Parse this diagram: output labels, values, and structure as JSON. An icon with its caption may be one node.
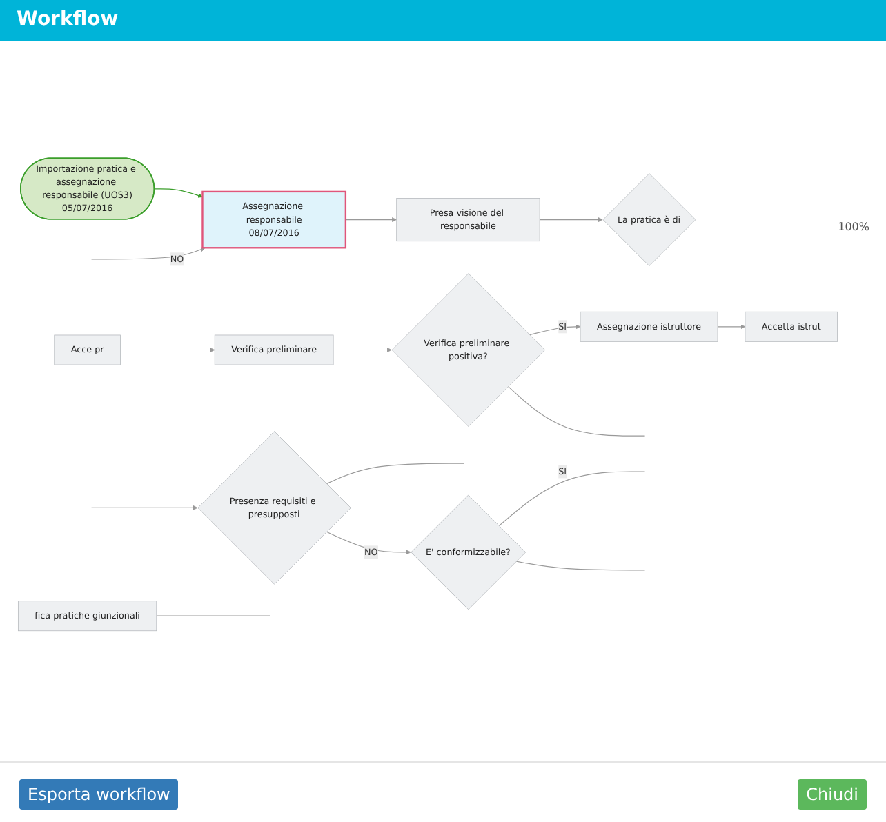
{
  "diagram": {
    "title": "Workflow",
    "nodes": [
      {
        "text": [
          "Importazione pratica e assegnazione responsabile (UOS3)",
          "05/07/2016"
        ]
      },
      {
        "text": [
          "Assegnazione responsabile",
          "08/07/2016"
        ]
      },
      {
        "text": [
          "Presa visione del responsabile"
        ]
      },
      {
        "text": [
          "La pratica è di"
        ]
      },
      {
        "text": [
          "Acce pr"
        ]
      },
      {
        "text": [
          "Verifica preliminare"
        ]
      },
      {
        "text": [
          "Verifica preliminare positiva?"
        ]
      },
      {
        "text": [
          "Assegnazione istruttore"
        ]
      },
      {
        "text": [
          "Accetta istrut"
        ]
      },
      {
        "text": [
          "fica pratiche giunzionali"
        ]
      },
      {
        "text": [
          "Presenza requisiti e presupposti"
        ]
      },
      {
        "text": [
          "E' conformizzabile?"
        ]
      }
    ],
    "edges": [
      {
        "from": 0,
        "to": 1,
        "arrow": "to",
        "color": "#3a9e2a"
      },
      {
        "from": 1,
        "to": 2,
        "arrow": "to"
      },
      {
        "from": 2,
        "to": 3,
        "arrow": "to"
      },
      {
        "from": null,
        "to": 1,
        "arrow": "to",
        "label": "NO"
      },
      {
        "from": 4,
        "to": 5,
        "arrow": "to"
      },
      {
        "from": 5,
        "to": 6,
        "arrow": "to"
      },
      {
        "from": 6,
        "to": 7,
        "arrow": "to",
        "label": "SI"
      },
      {
        "from": 7,
        "to": 8,
        "arrow": "to"
      },
      {
        "from": 9,
        "to": null,
        "arrow": "none"
      },
      {
        "from": 10,
        "to": null,
        "arrow": "none"
      },
      {
        "from": null,
        "to": 10,
        "arrow": "to"
      },
      {
        "from": 10,
        "to": 11,
        "arrow": "to",
        "label": "NO"
      },
      {
        "from": 11,
        "to": null,
        "arrow": "none",
        "label": "SI"
      },
      {
        "from": 6,
        "to": null,
        "arrow": "none"
      },
      {
        "from": 11,
        "to": null,
        "arrow": "none"
      }
    ],
    "labels": [
      "100%",
      "Esporta workflow",
      "Chiudi"
    ]
  }
}
